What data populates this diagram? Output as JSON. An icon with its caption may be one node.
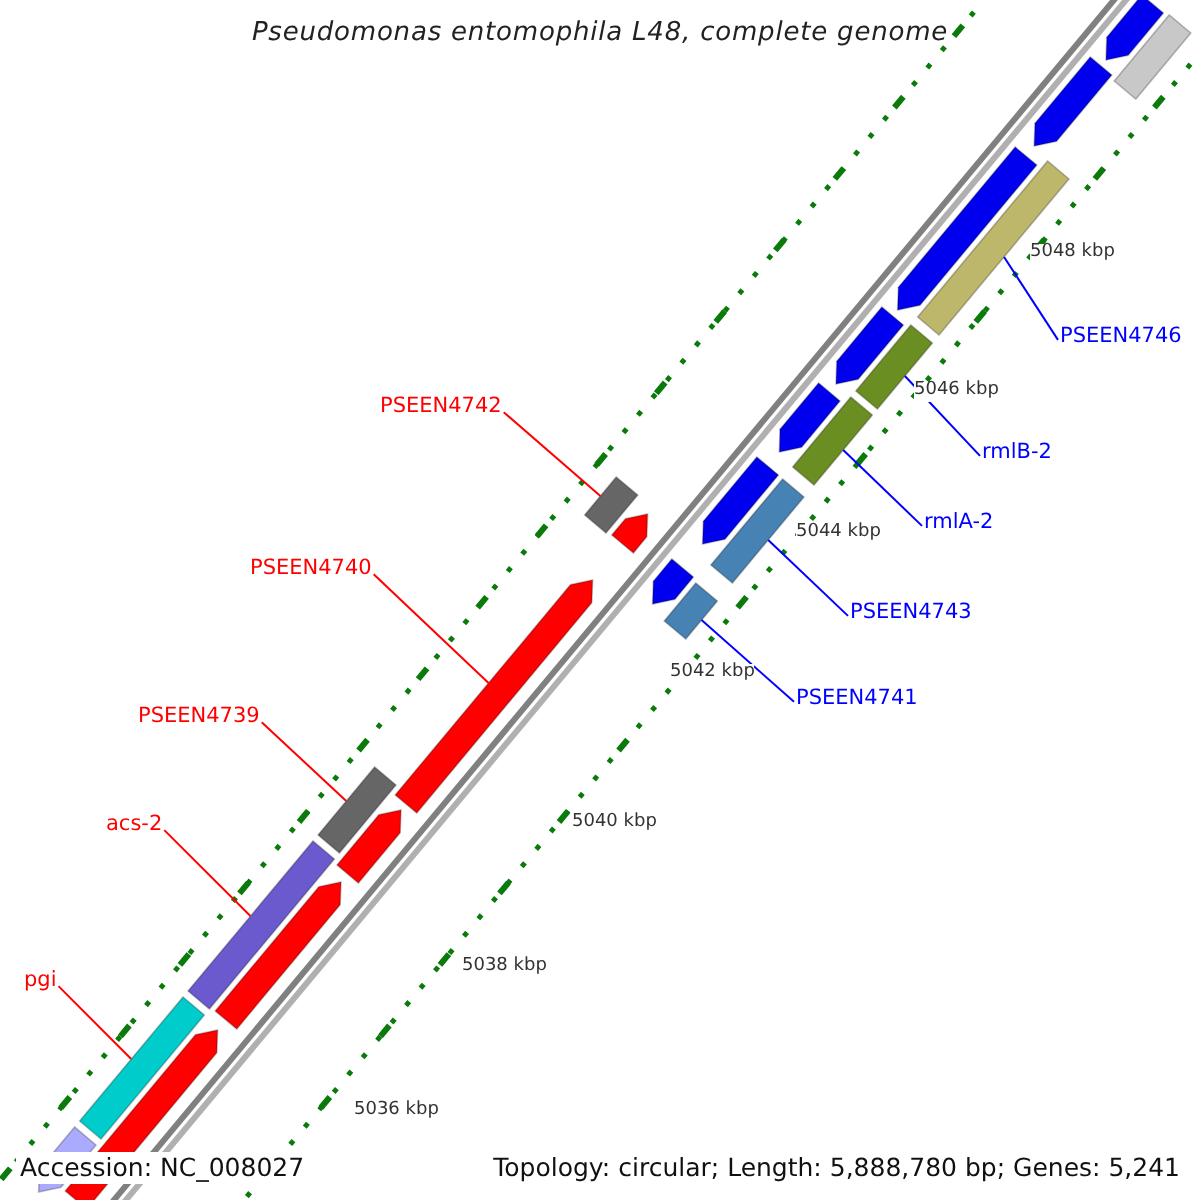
{
  "diagram": {
    "title": "Pseudomonas entomophila L48, complete genome",
    "nodes": [
      {
        "text": [
          "PSEEN4742"
        ]
      },
      {
        "text": [
          "PSEEN4740"
        ]
      },
      {
        "text": [
          "PSEEN4739"
        ]
      },
      {
        "text": [
          "acs-2"
        ]
      },
      {
        "text": [
          "pgi"
        ]
      },
      {
        "text": [
          "PSEEN4746"
        ]
      },
      {
        "text": [
          "rmlB-2"
        ]
      },
      {
        "text": [
          "rmlA-2"
        ]
      },
      {
        "text": [
          "PSEEN4743"
        ]
      },
      {
        "text": [
          "PSEEN4741"
        ]
      },
      {
        "text": [],
        "shape": "arrow"
      },
      {
        "text": [],
        "shape": "bar"
      },
      {
        "text": [],
        "shape": "arrow"
      },
      {
        "text": [],
        "shape": "arrow"
      },
      {
        "text": [],
        "shape": "bar"
      },
      {
        "text": [],
        "shape": "arrow"
      },
      {
        "text": [],
        "shape": "bar"
      },
      {
        "text": [],
        "shape": "arrow"
      },
      {
        "text": [],
        "shape": "bar"
      },
      {
        "text": [],
        "shape": "arrow"
      },
      {
        "text": [],
        "shape": "bar"
      },
      {
        "text": [],
        "shape": "bar"
      },
      {
        "text": [],
        "shape": "arrow"
      },
      {
        "text": [],
        "shape": "arrow"
      },
      {
        "text": [],
        "shape": "arrow"
      },
      {
        "text": [],
        "shape": "bar"
      },
      {
        "text": [],
        "shape": "bar"
      },
      {
        "text": [],
        "shape": "arrow"
      },
      {
        "text": [],
        "shape": "bar"
      },
      {
        "text": [],
        "shape": "arrow"
      },
      {
        "text": [],
        "shape": "bar"
      },
      {
        "text": [],
        "shape": "arrow"
      },
      {
        "text": [],
        "shape": "arrow"
      }
    ],
    "edges": [
      {
        "from": 0,
        "to": 20,
        "arrow": "none",
        "color": "#ff0000"
      },
      {
        "from": 1,
        "to": 24,
        "arrow": "none",
        "color": "#ff0000"
      },
      {
        "from": 2,
        "to": 26,
        "arrow": "none",
        "color": "#ff0000"
      },
      {
        "from": 3,
        "to": 28,
        "arrow": "none",
        "color": "#ff0000"
      },
      {
        "from": 4,
        "to": 30,
        "arrow": "none",
        "color": "#ff0000"
      },
      {
        "from": 5,
        "to": 14,
        "arrow": "none",
        "color": "#0000ff"
      },
      {
        "from": 6,
        "to": 16,
        "arrow": "none",
        "color": "#0000ff"
      },
      {
        "from": 7,
        "to": 18,
        "arrow": "none",
        "color": "#0000ff"
      },
      {
        "from": 8,
        "to": 21,
        "arrow": "none",
        "color": "#0000ff"
      },
      {
        "from": 9,
        "to": 25,
        "arrow": "none",
        "color": "#0000ff"
      }
    ],
    "labels": [
      "5048 kbp",
      "5046 kbp",
      "5044 kbp",
      "5042 kbp",
      "5040 kbp",
      "5038 kbp",
      "5036 kbp",
      "Accession: NC_008027",
      "Topology: circular; Length: 5,888,780 bp; Genes: 5,241"
    ]
  }
}
